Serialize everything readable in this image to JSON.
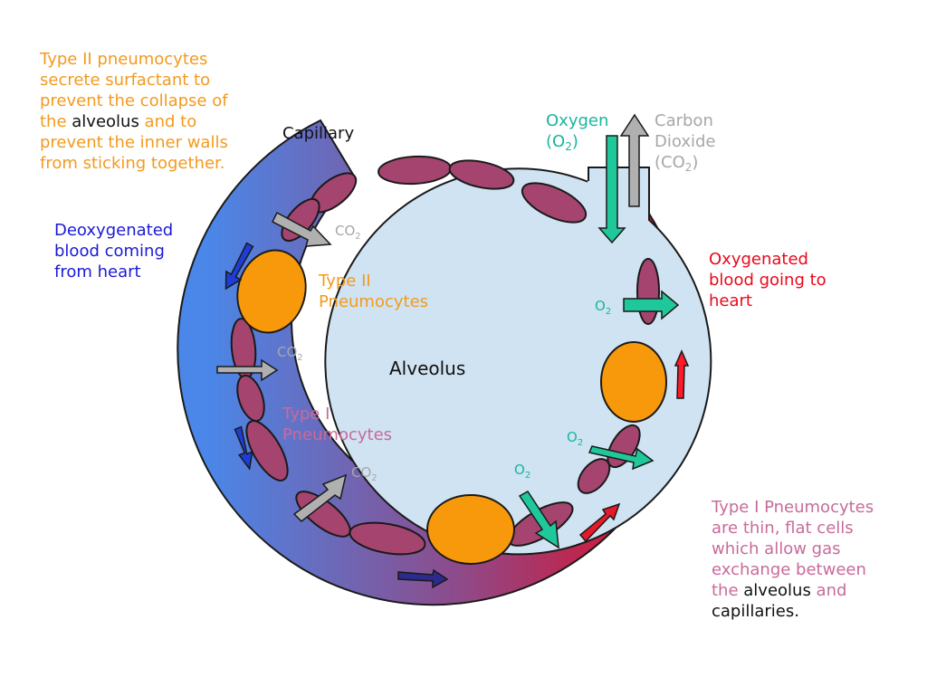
{
  "colors": {
    "deoxy_blue": "#4a87e8",
    "mid_purple": "#8d4b8a",
    "oxy_red": "#f00012",
    "alveolus_fill": "#cfe3f2",
    "pneumocyte_type1": "#a5456f",
    "pneumocyte_type2": "#f7990a",
    "oxygen_arrow": "#1fc89a",
    "co2_arrow": "#b0b0b0"
  },
  "labels": {
    "type2_note_line1": "Type II pneumocytes",
    "type2_note_line2": "secrete surfactant to",
    "type2_note_line3": "prevent the collapse of",
    "type2_note_line4_pre": "the ",
    "type2_note_line4_alveolus": "alveolus",
    "type2_note_line4_post": " and to",
    "type2_note_line5": "prevent the inner walls",
    "type2_note_line6": "from sticking together.",
    "capillary": "Capillary",
    "deoxy_line1": "Deoxygenated",
    "deoxy_line2": "blood coming",
    "deoxy_line3": "from heart",
    "oxygen_line1": "Oxygen",
    "oxygen_line2": "(O",
    "oxygen_sub": "2",
    "oxygen_close": ")",
    "co2_line1": "Carbon",
    "co2_line2": "Dioxide",
    "co2_line3": "(CO",
    "co2_sub": "2",
    "co2_close": ")",
    "oxy_line1": "Oxygenated",
    "oxy_line2": "blood going to",
    "oxy_line3": "heart",
    "type2_cells_line1": "Type II",
    "type2_cells_line2": "Pneumocytes",
    "alveolus": "Alveolus",
    "type1_cells_line1": "Type I",
    "type1_cells_line2": "Pneumocytes",
    "type1_note_line1": "Type I Pneumocytes",
    "type1_note_line2": "are thin, flat cells",
    "type1_note_line3": "which allow gas",
    "type1_note_line4": "exchange between",
    "type1_note_line5_pre": "the ",
    "type1_note_line5_alveolus": "alveolus",
    "type1_note_line5_post": " and",
    "type1_note_line6": "capillaries.",
    "gas_co2": "CO",
    "gas_o2": "O",
    "sub_2": "2"
  }
}
